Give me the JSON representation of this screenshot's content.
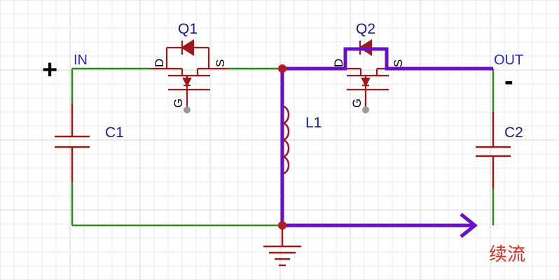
{
  "labels": {
    "plus": "+",
    "minus": "-",
    "in": "IN",
    "out": "OUT",
    "q1": "Q1",
    "q2": "Q2",
    "c1": "C1",
    "c2": "C2",
    "l1": "L1",
    "d1": "D",
    "s1": "S",
    "g1": "G",
    "d2": "D",
    "s2": "S",
    "g2": "G",
    "caption": "续流"
  },
  "colors": {
    "wire_green": "#2e8b1a",
    "component_red": "#a01818",
    "current_path": "#6a10c8",
    "label_blue": "#2a2ad0",
    "component_label": "#1a1a8a",
    "caption_red": "#e8281e",
    "grid": "#e8e8e8",
    "grid_major": "#d4d4d4"
  }
}
